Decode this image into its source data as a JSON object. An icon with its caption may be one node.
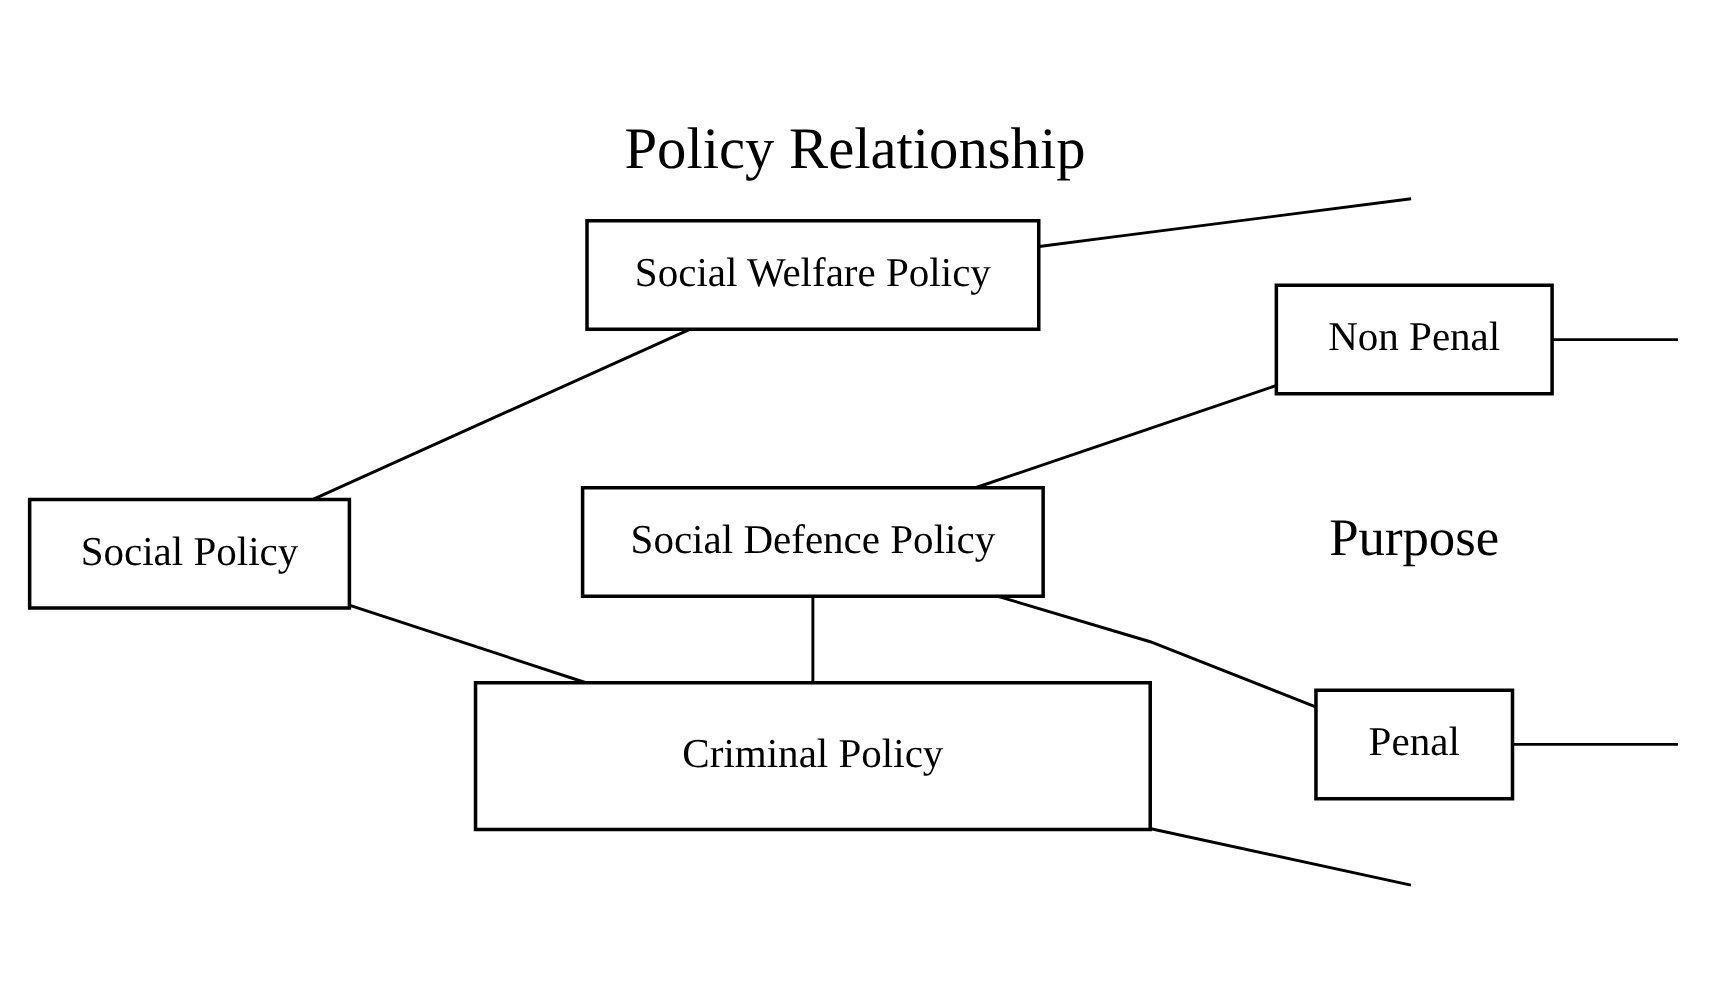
{
  "diagram": {
    "title": "Policy Relationship",
    "nodes": [
      {
        "text": [
          "Social Welfare Policy"
        ]
      },
      {
        "text": [
          "Penal"
        ]
      },
      {
        "text": [
          "Social Policy"
        ]
      },
      {
        "text": [
          "Social Defence Policy"
        ]
      },
      {
        "text": [
          "Non Penal"
        ]
      },
      {
        "text": [
          "Criminal Policy"
        ]
      }
    ],
    "edges": [
      {
        "from": 2,
        "to": 0,
        "arrow": "none"
      },
      {
        "from": 0,
        "to": null,
        "arrow": "none"
      },
      {
        "from": 3,
        "to": 1,
        "arrow": "none"
      },
      {
        "from": 1,
        "to": null,
        "arrow": "none"
      },
      {
        "from": 3,
        "to": 4,
        "arrow": "none"
      },
      {
        "from": 4,
        "to": null,
        "arrow": "none"
      },
      {
        "from": 2,
        "to": 5,
        "arrow": "none"
      },
      {
        "from": 3,
        "to": 5,
        "arrow": "none"
      },
      {
        "from": 5,
        "to": null,
        "arrow": "none"
      }
    ],
    "labels": [
      "Purpose"
    ]
  }
}
